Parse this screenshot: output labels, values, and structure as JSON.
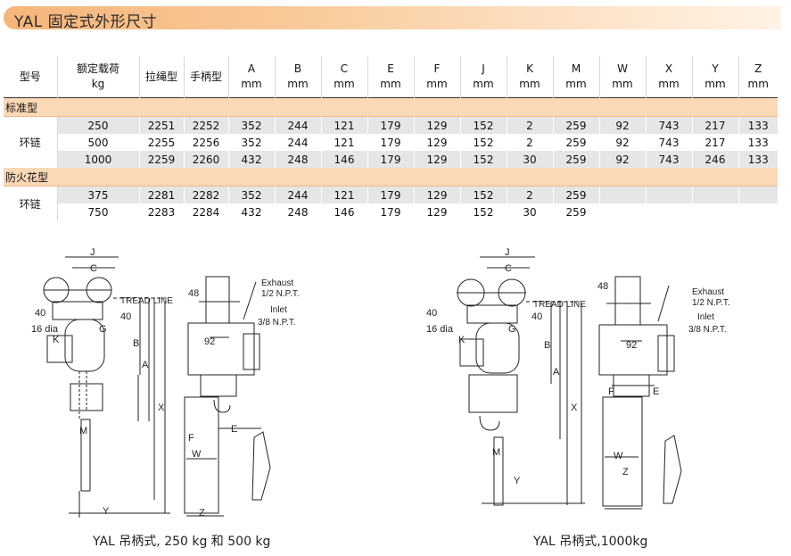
{
  "title": "YAL 固定式外形尺寸",
  "table": {
    "headers": [
      {
        "top": "型号",
        "bottom": ""
      },
      {
        "top": "额定载荷",
        "bottom": "kg"
      },
      {
        "top": "拉绳型",
        "bottom": ""
      },
      {
        "top": "手柄型",
        "bottom": ""
      },
      {
        "top": "A",
        "bottom": "mm"
      },
      {
        "top": "B",
        "bottom": "mm"
      },
      {
        "top": "C",
        "bottom": "mm"
      },
      {
        "top": "E",
        "bottom": "mm"
      },
      {
        "top": "F",
        "bottom": "mm"
      },
      {
        "top": "J",
        "bottom": "mm"
      },
      {
        "top": "K",
        "bottom": "mm"
      },
      {
        "top": "M",
        "bottom": "mm"
      },
      {
        "top": "W",
        "bottom": "mm"
      },
      {
        "top": "X",
        "bottom": "mm"
      },
      {
        "top": "Y",
        "bottom": "mm"
      },
      {
        "top": "Z",
        "bottom": "mm"
      }
    ],
    "groups": [
      {
        "name": "标准型",
        "category": "环链",
        "rows": [
          [
            "250",
            "2251",
            "2252",
            "352",
            "244",
            "121",
            "179",
            "129",
            "152",
            "2",
            "259",
            "92",
            "743",
            "217",
            "133"
          ],
          [
            "500",
            "2255",
            "2256",
            "352",
            "244",
            "121",
            "179",
            "129",
            "152",
            "2",
            "259",
            "92",
            "743",
            "217",
            "133"
          ],
          [
            "1000",
            "2259",
            "2260",
            "432",
            "248",
            "146",
            "179",
            "129",
            "152",
            "30",
            "259",
            "92",
            "743",
            "246",
            "133"
          ]
        ]
      },
      {
        "name": "防火花型",
        "category": "环链",
        "rows": [
          [
            "375",
            "2281",
            "2282",
            "352",
            "244",
            "121",
            "179",
            "129",
            "152",
            "2",
            "259",
            "",
            "",
            "",
            ""
          ],
          [
            "750",
            "2283",
            "2284",
            "432",
            "248",
            "146",
            "179",
            "129",
            "152",
            "30",
            "259",
            "",
            "",
            "",
            ""
          ]
        ]
      }
    ]
  },
  "drawings": [
    {
      "caption": "YAL 吊柄式, 250 kg 和 500 kg",
      "labels": {
        "J": "J",
        "C": "C",
        "tread": "TREAD LINE",
        "d40a": "40",
        "d40b": "40",
        "dia": "16 dia",
        "K": "K",
        "G": "G",
        "B": "B",
        "A": "A",
        "X": "X",
        "M": "M",
        "Y": "Y",
        "d48": "48",
        "d92": "92",
        "F": "F",
        "E": "E",
        "W": "W",
        "Z": "Z",
        "exhaust1": "Exhaust",
        "exhaust2": "1/2 N.P.T.",
        "inlet1": "Inlet",
        "inlet2": "3/8 N.P.T."
      }
    },
    {
      "caption": "YAL 吊柄式,1000kg",
      "labels": {
        "J": "J",
        "C": "C",
        "tread": "TREAD LINE",
        "d40a": "40",
        "d40b": "40",
        "dia": "16 dia",
        "K": "K",
        "G": "G",
        "B": "B",
        "A": "A",
        "X": "X",
        "M": "M",
        "Y": "Y",
        "d48": "48",
        "d92": "92",
        "F": "F",
        "E": "E",
        "W": "W",
        "Z": "Z",
        "exhaust1": "Exhaust",
        "exhaust2": "1/2 N.P.T.",
        "inlet1": "Inlet",
        "inlet2": "3/8 N.P.T."
      }
    }
  ]
}
